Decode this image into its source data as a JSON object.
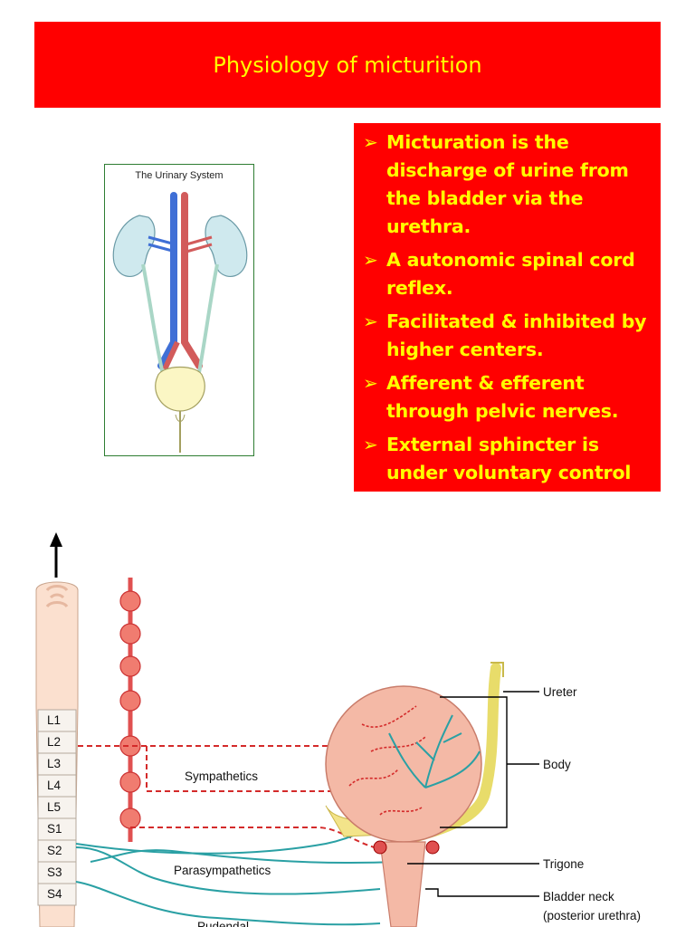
{
  "slide": {
    "title": "Physiology of micturition",
    "colors": {
      "banner": "#ff0000",
      "text": "#ffff00"
    }
  },
  "urinary_figure": {
    "caption": "The Urinary System"
  },
  "bullets": [
    "Micturation is the discharge of urine from the bladder via the urethra.",
    "A autonomic spinal cord reflex.",
    "Facilitated & inhibited by higher centers.",
    "Afferent & efferent through pelvic nerves.",
    "External sphincter is under voluntary control"
  ],
  "nerve_diagram": {
    "segments": [
      "L1",
      "L2",
      "L3",
      "L4",
      "L5",
      "S1",
      "S2",
      "S3",
      "S4"
    ],
    "nerves": {
      "sympathetics": "Sympathetics",
      "parasympathetics": "Parasympathetics",
      "pudendal": "Pudendal"
    },
    "structures": {
      "ureter": "Ureter",
      "body": "Body",
      "trigone": "Trigone",
      "bladder_neck": "Bladder neck",
      "bladder_neck_sub": "(posterior urethra)"
    }
  }
}
